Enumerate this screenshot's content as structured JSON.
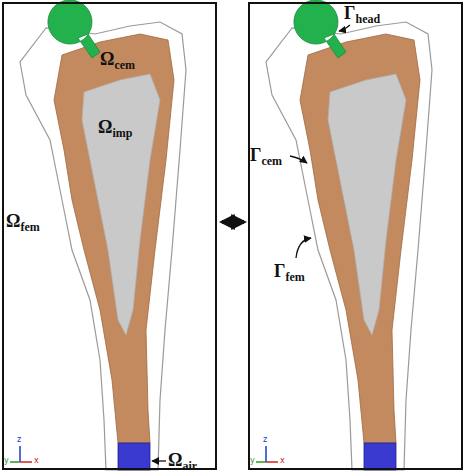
{
  "diagram": {
    "labels": [
      "Ωcem",
      "Ωimp",
      "Ωfem",
      "Ωair",
      "z",
      "y",
      "x",
      "Γhead",
      "Γcem",
      "Γfem",
      "z",
      "y",
      "x"
    ]
  }
}
